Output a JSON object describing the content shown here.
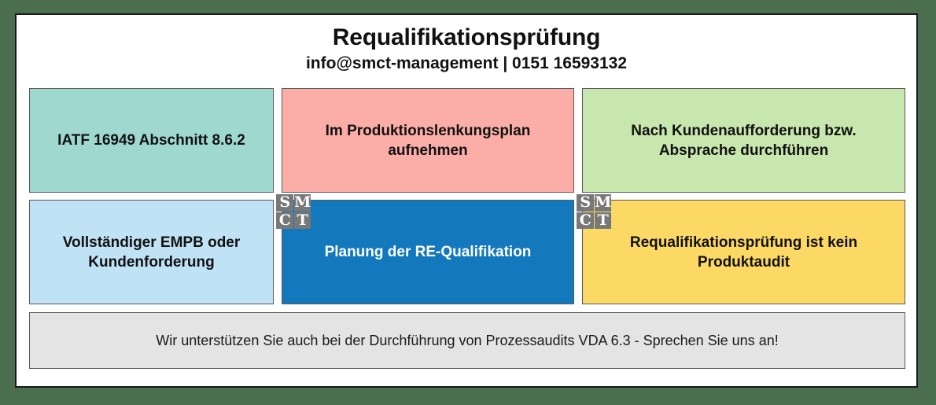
{
  "header": {
    "title": "Requalifikationsprüfung",
    "contact": "info@smct-management | 0151 16593132"
  },
  "grid": {
    "rows": [
      {
        "cells": [
          {
            "text": "IATF 16949\nAbschnitt 8.6.2",
            "color": "#9ed8ce"
          },
          {
            "text": "Im Produktionslenkungsplan aufnehmen",
            "color": "#faaea7"
          },
          {
            "text": "Nach Kundenaufforderung bzw. Absprache durchführen",
            "color": "#c8e7ae"
          }
        ]
      },
      {
        "cells": [
          {
            "text": "Vollständiger EMPB oder Kundenforderung",
            "color": "#c0e2f5"
          },
          {
            "text": "Planung der RE-Qualifikation",
            "color": "#1378bc"
          },
          {
            "text": "Requalifikationsprüfung ist kein Produktaudit",
            "color": "#fcd965"
          }
        ]
      }
    ]
  },
  "footer": {
    "text": "Wir unterstützen Sie auch bei der Durchführung von Prozessaudits VDA 6.3 - Sprechen Sie uns an!"
  },
  "logo": {
    "letters": [
      "S",
      "M",
      "C",
      "T"
    ],
    "name": "SMCT"
  },
  "colors": {
    "page_background": "#4b6e4e",
    "frame_background": "#ffffff",
    "frame_border": "#1a1a1a",
    "cell_border": "#5a5a5a",
    "footer_background": "#e4e4e4",
    "logo_tile": "#787878"
  }
}
